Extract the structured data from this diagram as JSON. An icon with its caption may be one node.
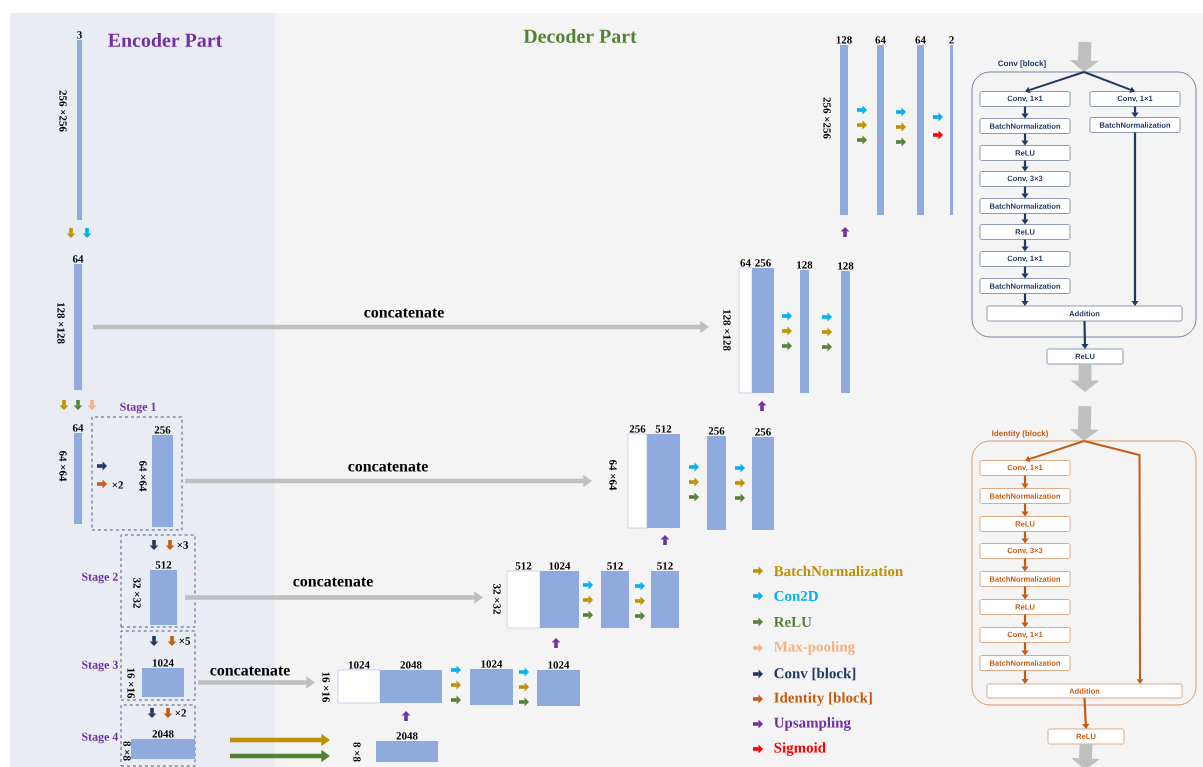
{
  "diagram": {
    "nodes": [
      {
        "text": [
          "Encoder Part"
        ]
      },
      {
        "text": [
          "3"
        ],
        "beside": [
          "256 ×256"
        ],
        "in": 0
      },
      {
        "text": [
          "64"
        ],
        "beside": [
          "128 ×128"
        ],
        "in": 0
      },
      {
        "text": [
          "64"
        ],
        "beside": [
          "64 ×64"
        ],
        "in": 0
      },
      {
        "text": [
          "Stage 1"
        ],
        "in": 0
      },
      {
        "text": [
          "256"
        ],
        "beside": [
          "64 ×64"
        ],
        "in": 4
      },
      {
        "text": [
          "Stage 2"
        ],
        "in": 0
      },
      {
        "text": [
          "512"
        ],
        "beside": [
          "32 ×32"
        ],
        "in": 6
      },
      {
        "text": [
          "Stage 3"
        ],
        "in": 0
      },
      {
        "text": [
          "1024"
        ],
        "beside": [
          "16 ×16"
        ],
        "in": 8
      },
      {
        "text": [
          "Stage 4"
        ],
        "in": 0
      },
      {
        "text": [
          "2048"
        ],
        "beside": [
          "8 ×8"
        ],
        "in": 10
      },
      {
        "text": [
          "128"
        ],
        "beside": [
          "256 ×256"
        ]
      },
      {
        "text": [
          "64"
        ]
      },
      {
        "text": [
          "64"
        ]
      },
      {
        "text": [
          "2"
        ]
      },
      {
        "text": [
          "64"
        ],
        "beside": [
          "128 ×128"
        ]
      },
      {
        "text": [
          "256"
        ]
      },
      {
        "text": [
          "128"
        ]
      },
      {
        "text": [
          "128"
        ]
      },
      {
        "text": [
          "256"
        ],
        "beside": [
          "64 ×64"
        ]
      },
      {
        "text": [
          "512"
        ]
      },
      {
        "text": [
          "256"
        ]
      },
      {
        "text": [
          "256"
        ]
      },
      {
        "text": [
          "512"
        ],
        "beside": [
          "32 ×32"
        ]
      },
      {
        "text": [
          "1024"
        ]
      },
      {
        "text": [
          "512"
        ]
      },
      {
        "text": [
          "512"
        ]
      },
      {
        "text": [
          "1024"
        ],
        "beside": [
          "16 ×16"
        ]
      },
      {
        "text": [
          "2048"
        ]
      },
      {
        "text": [
          "1024"
        ]
      },
      {
        "text": [
          "1024"
        ]
      },
      {
        "text": [
          "2048"
        ],
        "beside": [
          "8 ×8"
        ]
      },
      {
        "text": [
          "Conv [block]"
        ]
      },
      {
        "text": [
          "Conv, 1×1"
        ],
        "in": 33
      },
      {
        "text": [
          "BatchNormalization"
        ],
        "in": 33
      },
      {
        "text": [
          "ReLU"
        ],
        "in": 33
      },
      {
        "text": [
          "Conv, 3×3"
        ],
        "in": 33
      },
      {
        "text": [
          "BatchNormalization"
        ],
        "in": 33
      },
      {
        "text": [
          "ReLU"
        ],
        "in": 33
      },
      {
        "text": [
          "Conv, 1×1"
        ],
        "in": 33
      },
      {
        "text": [
          "BatchNormalization"
        ],
        "in": 33
      },
      {
        "text": [
          "Conv, 1×1"
        ],
        "in": 33
      },
      {
        "text": [
          "BatchNormalization"
        ],
        "in": 33
      },
      {
        "text": [
          "Addition"
        ],
        "in": 33
      },
      {
        "text": [
          "ReLU"
        ]
      },
      {
        "text": [
          "Identity (block)"
        ]
      },
      {
        "text": [
          "Conv, 1×1"
        ],
        "in": 46
      },
      {
        "text": [
          "BatchNormalization"
        ],
        "in": 46
      },
      {
        "text": [
          "ReLU"
        ],
        "in": 46
      },
      {
        "text": [
          "Conv, 3×3"
        ],
        "in": 46
      },
      {
        "text": [
          "BatchNormalization"
        ],
        "in": 46
      },
      {
        "text": [
          "ReLU"
        ],
        "in": 46
      },
      {
        "text": [
          "Conv, 1×1"
        ],
        "in": 46
      },
      {
        "text": [
          "BatchNormalization"
        ],
        "in": 46
      },
      {
        "text": [
          "Addition"
        ],
        "in": 46
      },
      {
        "text": [
          "ReLU"
        ]
      }
    ],
    "edges": [
      {
        "from": 2,
        "to": 16,
        "arrow": "to",
        "label": "concatenate",
        "style": "thick",
        "color": "#bfbfbf"
      },
      {
        "from": 5,
        "to": 20,
        "arrow": "to",
        "label": "concatenate",
        "style": "thick",
        "color": "#bfbfbf"
      },
      {
        "from": 7,
        "to": 24,
        "arrow": "to",
        "label": "concatenate",
        "style": "thick",
        "color": "#bfbfbf"
      },
      {
        "from": 9,
        "to": 28,
        "arrow": "to",
        "label": "concatenate",
        "style": "thick",
        "color": "#bfbfbf"
      },
      {
        "from": 11,
        "to": 32,
        "arrow": "to",
        "style": "thick",
        "color": "#bf9000"
      },
      {
        "from": 11,
        "to": 32,
        "arrow": "to",
        "style": "thick",
        "color": "#548235"
      },
      {
        "from": null,
        "to": 33,
        "arrow": "to",
        "style": "thick",
        "color": "#bfbfbf"
      },
      {
        "from": 33,
        "to": 34,
        "arrow": "to"
      },
      {
        "from": 33,
        "to": 42,
        "arrow": "to"
      },
      {
        "from": 34,
        "to": 35,
        "arrow": "to"
      },
      {
        "from": 35,
        "to": 36,
        "arrow": "to"
      },
      {
        "from": 36,
        "to": 37,
        "arrow": "to"
      },
      {
        "from": 37,
        "to": 38,
        "arrow": "to"
      },
      {
        "from": 38,
        "to": 39,
        "arrow": "to"
      },
      {
        "from": 39,
        "to": 40,
        "arrow": "to"
      },
      {
        "from": 40,
        "to": 41,
        "arrow": "to"
      },
      {
        "from": 41,
        "to": 44,
        "arrow": "to"
      },
      {
        "from": 42,
        "to": 43,
        "arrow": "to"
      },
      {
        "from": 43,
        "to": 44,
        "arrow": "to"
      },
      {
        "from": 44,
        "to": 45,
        "arrow": "to"
      },
      {
        "from": 45,
        "to": null,
        "arrow": "to",
        "style": "thick",
        "color": "#bfbfbf"
      },
      {
        "from": null,
        "to": 46,
        "arrow": "to",
        "style": "thick",
        "color": "#bfbfbf"
      },
      {
        "from": 46,
        "to": 47,
        "arrow": "to",
        "color": "#c55a11"
      },
      {
        "from": 46,
        "to": 55,
        "arrow": "to",
        "color": "#c55a11"
      },
      {
        "from": 47,
        "to": 48,
        "arrow": "to",
        "color": "#c55a11"
      },
      {
        "from": 48,
        "to": 49,
        "arrow": "to",
        "color": "#c55a11"
      },
      {
        "from": 49,
        "to": 50,
        "arrow": "to",
        "color": "#c55a11"
      },
      {
        "from": 50,
        "to": 51,
        "arrow": "to",
        "color": "#c55a11"
      },
      {
        "from": 51,
        "to": 52,
        "arrow": "to",
        "color": "#c55a11"
      },
      {
        "from": 52,
        "to": 53,
        "arrow": "to",
        "color": "#c55a11"
      },
      {
        "from": 53,
        "to": 54,
        "arrow": "to",
        "color": "#c55a11"
      },
      {
        "from": 54,
        "to": 55,
        "arrow": "to",
        "color": "#c55a11"
      },
      {
        "from": 55,
        "to": 56,
        "arrow": "to",
        "color": "#c55a11"
      },
      {
        "from": 56,
        "to": null,
        "arrow": "to",
        "style": "thick",
        "color": "#bfbfbf"
      }
    ],
    "labels": [
      "Decoder Part",
      "×2",
      "×3",
      "×5",
      "×2"
    ],
    "legend": [
      {
        "text": "BatchNormalization",
        "color": "#bf9000"
      },
      {
        "text": "Con2D",
        "color": "#00b0f0"
      },
      {
        "text": "ReLU",
        "color": "#548235"
      },
      {
        "text": "Max-pooling",
        "color": "#f4b183"
      },
      {
        "text": "Conv [block]",
        "color": "#1f3864"
      },
      {
        "text": "Identity [block]",
        "color": "#c55a11"
      },
      {
        "text": "Upsampling",
        "color": "#7030a0"
      },
      {
        "text": "Sigmoid",
        "color": "#ff0000"
      }
    ]
  }
}
